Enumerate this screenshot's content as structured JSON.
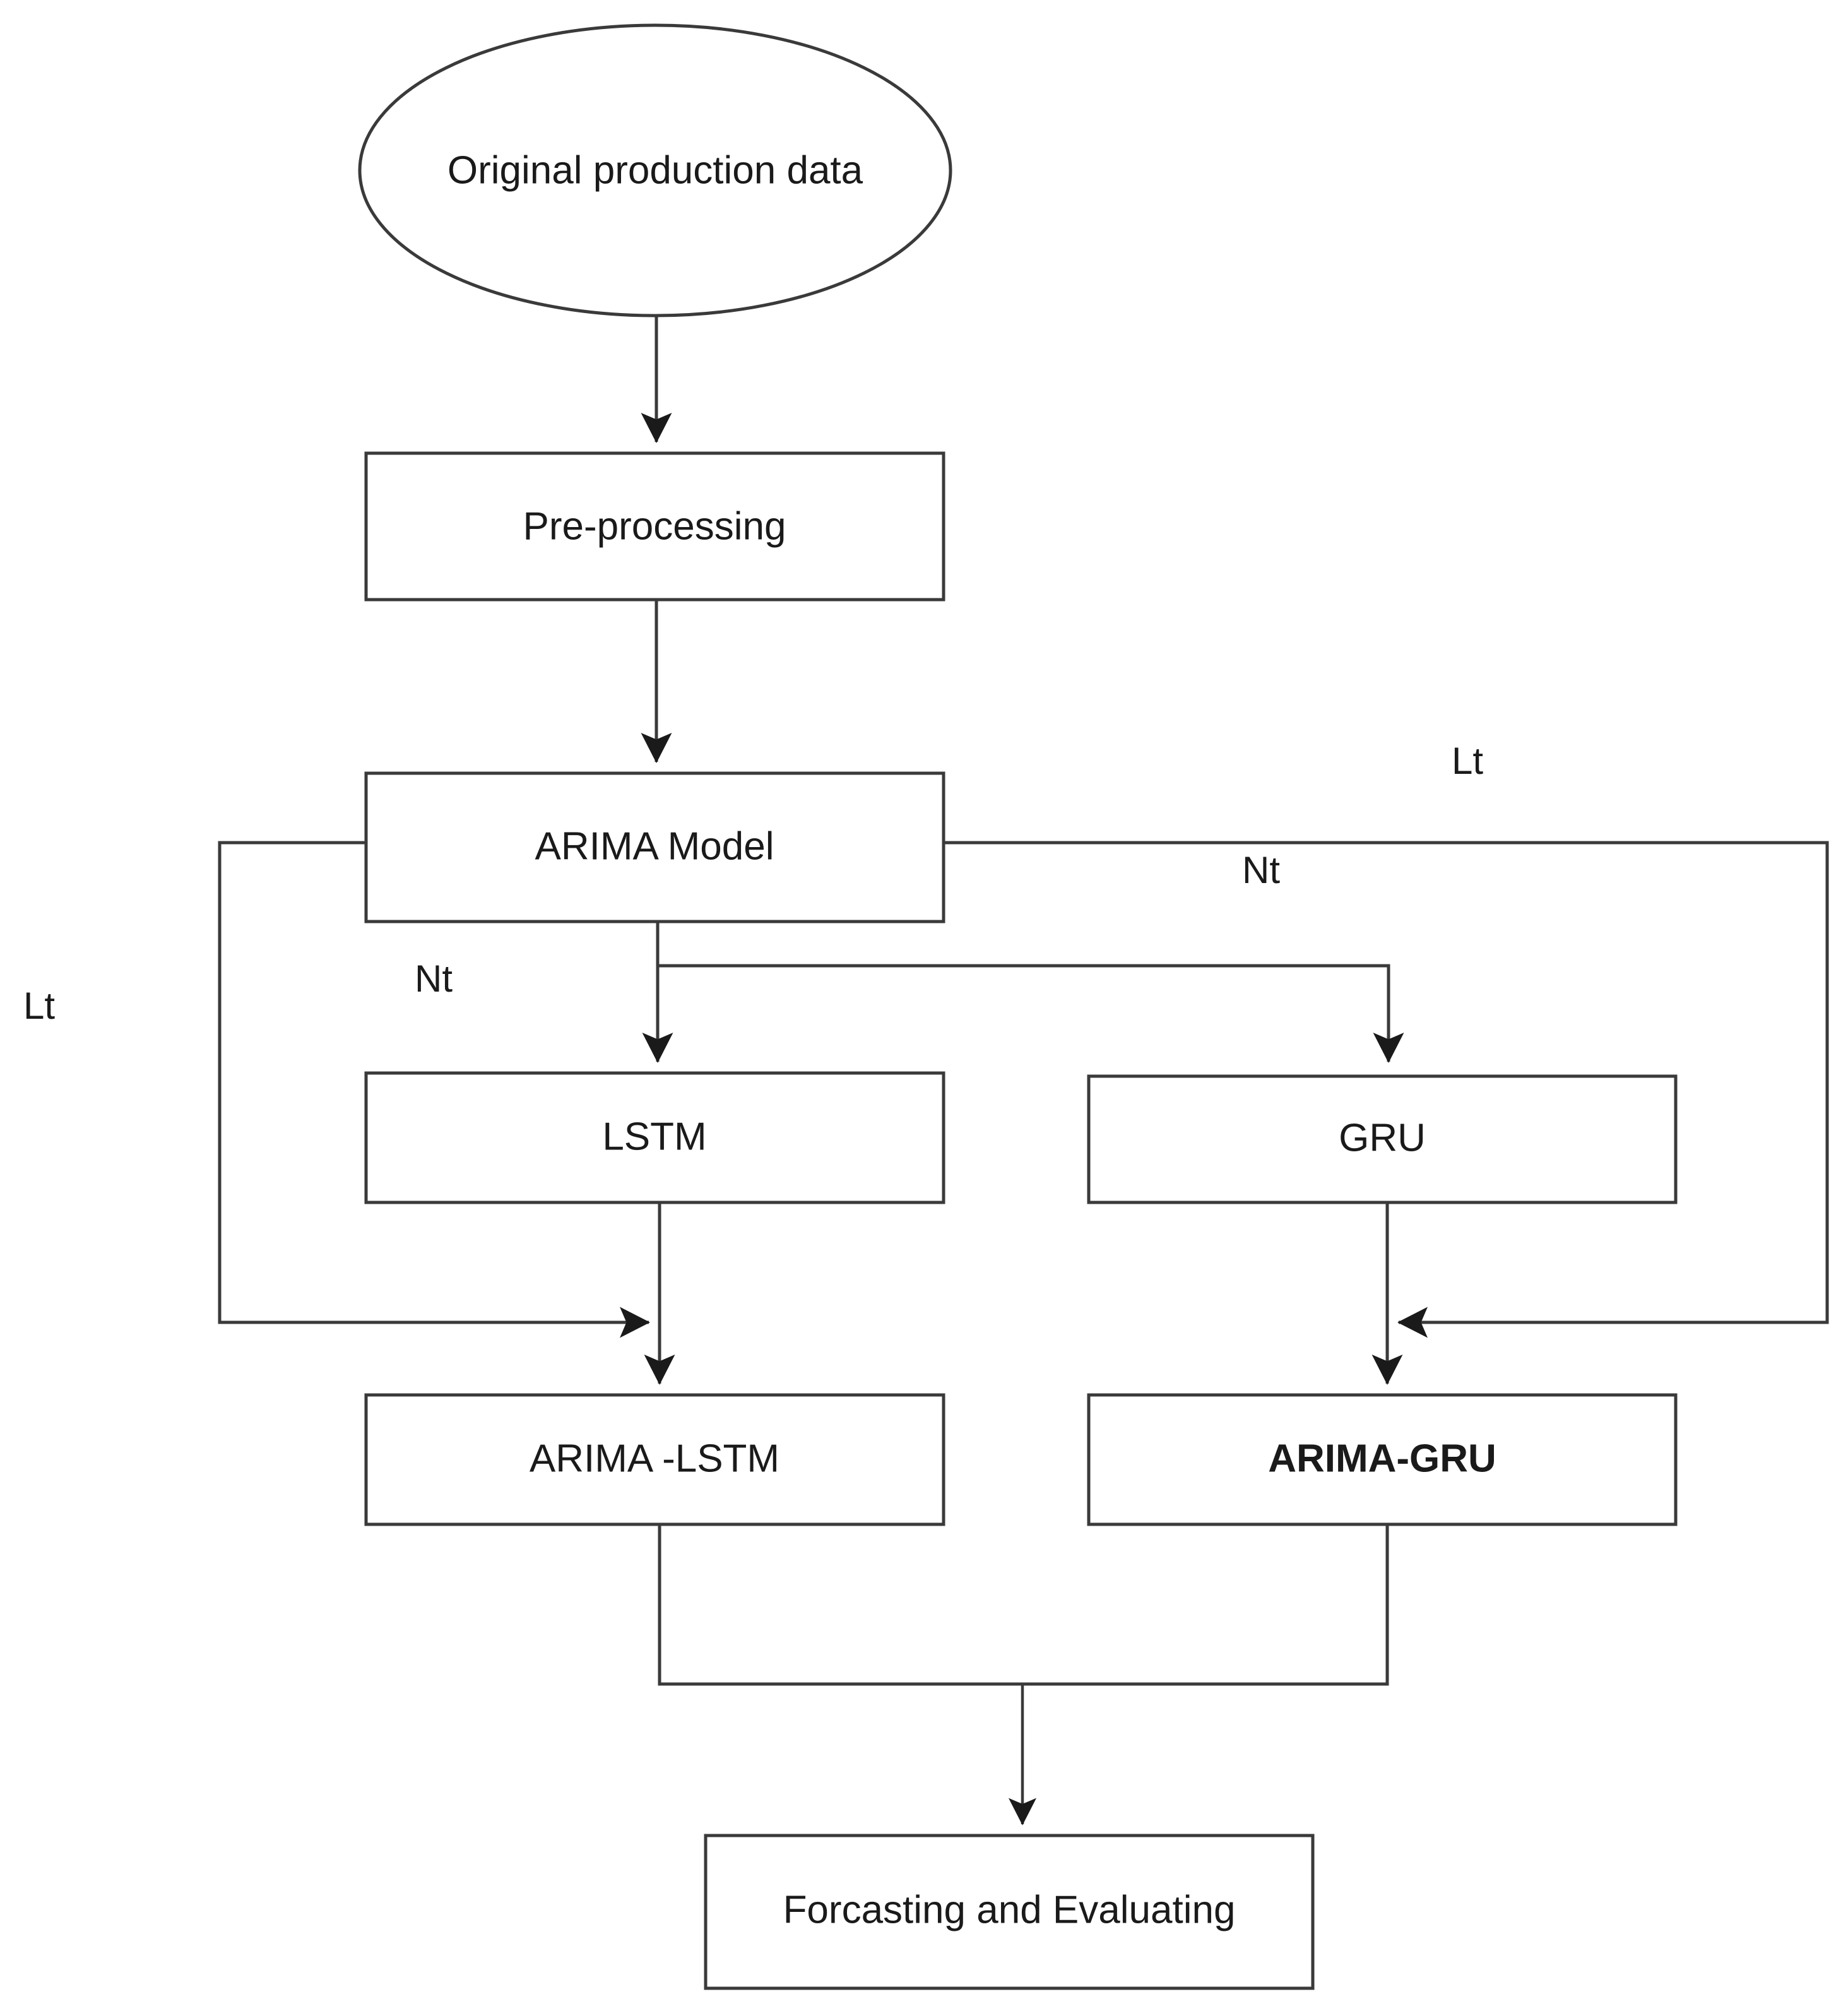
{
  "diagram": {
    "title": "ARIMA hybrid forecasting model flowchart",
    "stroke_color": "#3a3a3a",
    "text_color": "#1a1a1a",
    "background_color": "#ffffff",
    "nodes": [
      {
        "id": "original-data",
        "label": "Original production data",
        "shape": "ellipse",
        "bold": false
      },
      {
        "id": "pre-processing",
        "label": "Pre-processing",
        "shape": "rectangle",
        "bold": false
      },
      {
        "id": "arima-model",
        "label": "ARIMA Model",
        "shape": "rectangle",
        "bold": false
      },
      {
        "id": "lstm",
        "label": "LSTM",
        "shape": "rectangle",
        "bold": false
      },
      {
        "id": "gru",
        "label": "GRU",
        "shape": "rectangle",
        "bold": false
      },
      {
        "id": "arima-lstm",
        "label": "ARIMA -LSTM",
        "shape": "rectangle",
        "bold": false
      },
      {
        "id": "arima-gru",
        "label": "ARIMA-GRU",
        "shape": "rectangle",
        "bold": true
      },
      {
        "id": "forecast-eval",
        "label": "Forcasting and Evaluating",
        "shape": "rectangle",
        "bold": false
      }
    ],
    "edge_labels": [
      {
        "id": "lt-right",
        "text": "Lt"
      },
      {
        "id": "nt-right",
        "text": "Nt"
      },
      {
        "id": "lt-left",
        "text": "Lt"
      },
      {
        "id": "nt-left",
        "text": "Nt"
      }
    ]
  }
}
